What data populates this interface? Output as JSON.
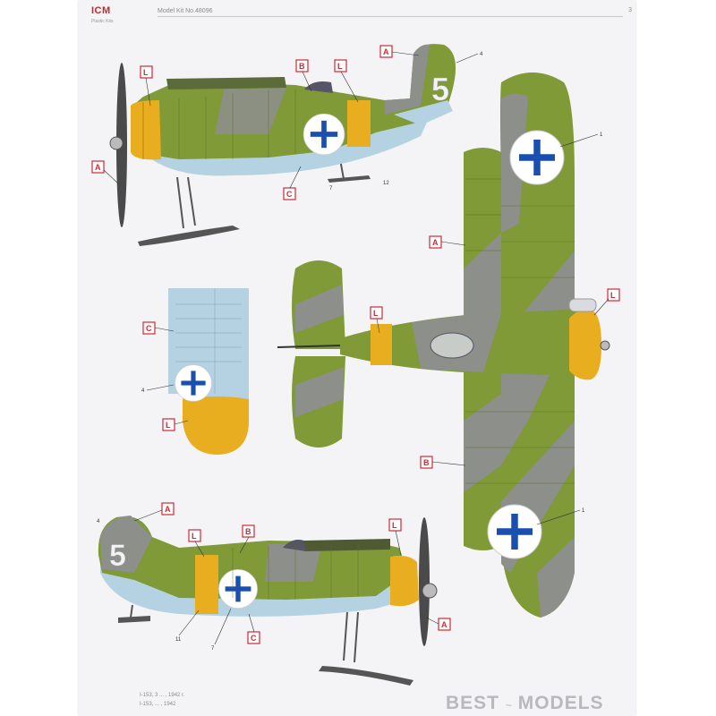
{
  "header": {
    "logo": "ICM",
    "logo_sub": "Plastic Kits",
    "title": "Model Kit No.48096",
    "page": "3"
  },
  "footer": {
    "line1": "I-153, 3 ... , 1942 r.",
    "line2": "I-153, ... , 1942"
  },
  "watermark": {
    "left": "BEST",
    "mid": "~",
    "right": "MODELS"
  },
  "insignia": {
    "fuselage_number": "5"
  },
  "colors": {
    "green": "#7f9a36",
    "gray": "#8d8f8b",
    "light_blue": "#b5d2e2",
    "yellow": "#e9ae1f",
    "cross_blue": "#1a4fb0",
    "tag_red": "#cf2a35"
  },
  "callouts": {
    "A": "A",
    "B": "B",
    "C": "C",
    "L": "L"
  },
  "decal_numbers": {
    "n1": "1",
    "n4": "4",
    "n7": "7",
    "n11": "11",
    "n12": "12"
  }
}
